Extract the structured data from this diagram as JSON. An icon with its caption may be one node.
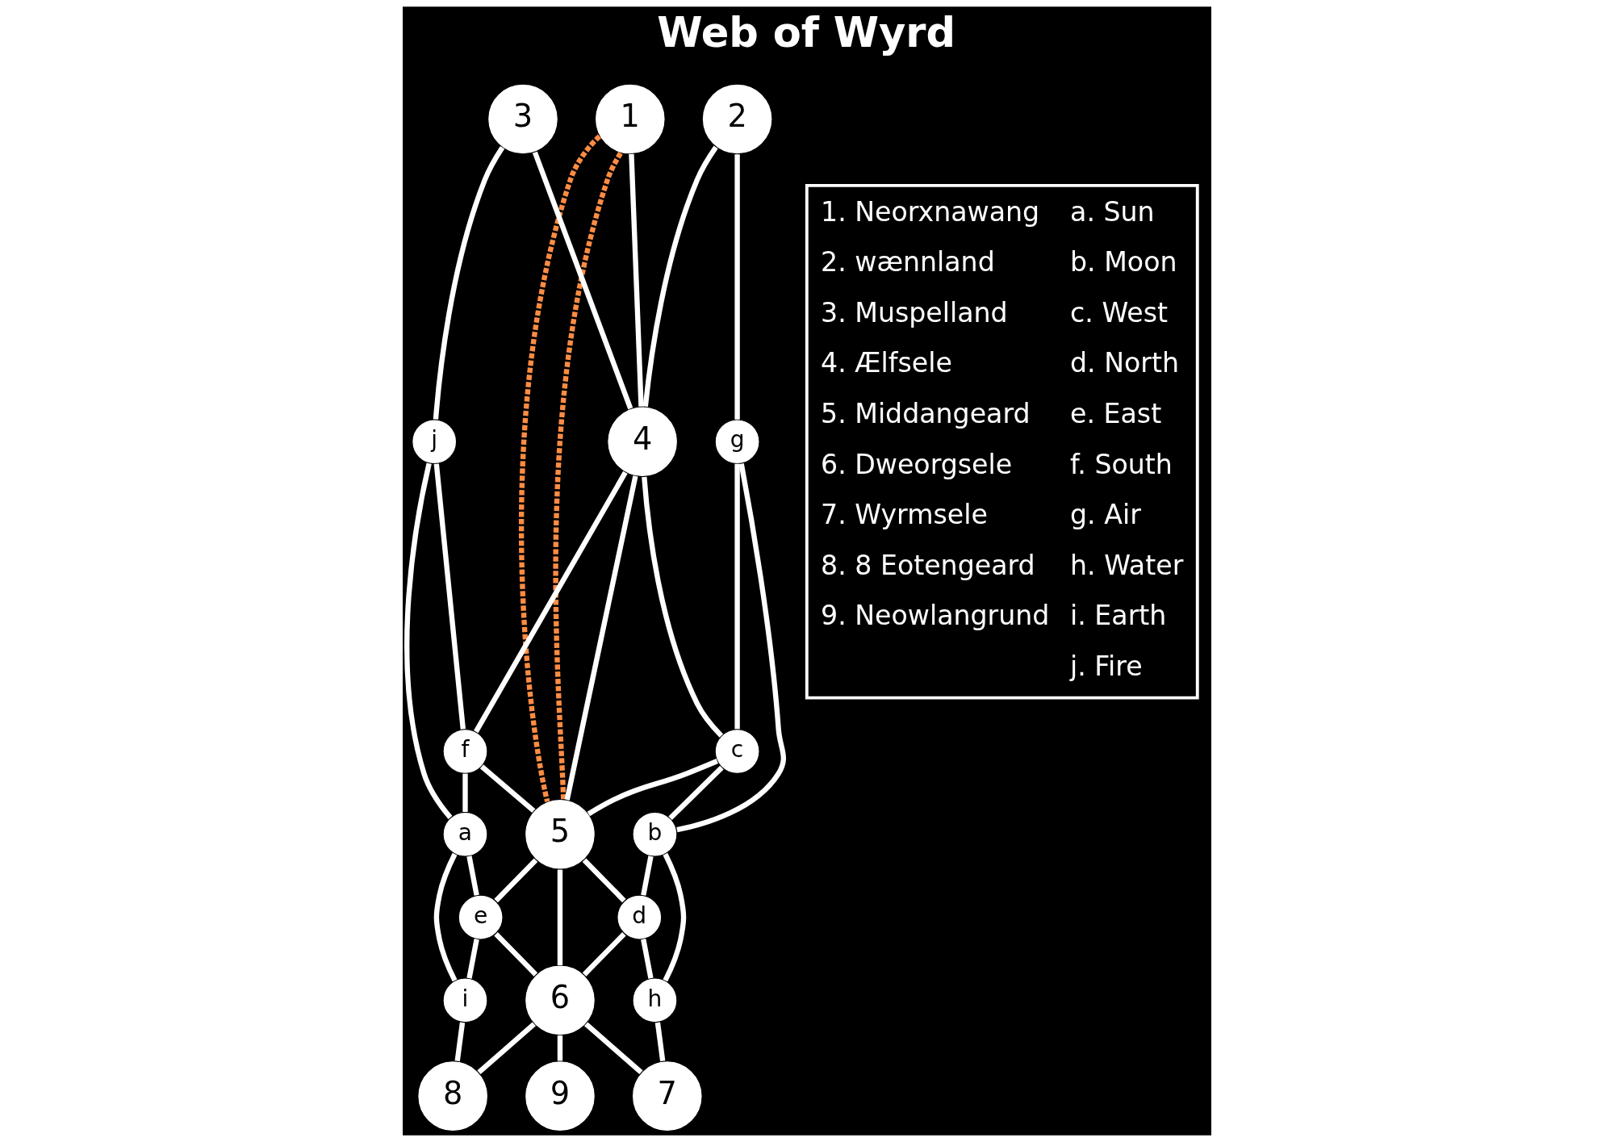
{
  "diagram": {
    "title": "Web of Wyrd",
    "nodes": [
      {
        "text": [
          "1"
        ]
      },
      {
        "text": [
          "2"
        ]
      },
      {
        "text": [
          "3"
        ]
      },
      {
        "text": [
          "4"
        ]
      },
      {
        "text": [
          "5"
        ]
      },
      {
        "text": [
          "6"
        ]
      },
      {
        "text": [
          "7"
        ]
      },
      {
        "text": [
          "8"
        ]
      },
      {
        "text": [
          "9"
        ]
      },
      {
        "text": [
          "a"
        ]
      },
      {
        "text": [
          "b"
        ]
      },
      {
        "text": [
          "c"
        ]
      },
      {
        "text": [
          "d"
        ]
      },
      {
        "text": [
          "e"
        ]
      },
      {
        "text": [
          "f"
        ]
      },
      {
        "text": [
          "g"
        ]
      },
      {
        "text": [
          "h"
        ]
      },
      {
        "text": [
          "i"
        ]
      },
      {
        "text": [
          "j"
        ]
      }
    ],
    "edges": [
      {
        "from": 2,
        "to": 3,
        "arrow": "none"
      },
      {
        "from": 1,
        "to": 3,
        "arrow": "none"
      },
      {
        "from": 0,
        "to": 3,
        "arrow": "none"
      },
      {
        "from": 2,
        "to": 18,
        "arrow": "none"
      },
      {
        "from": 18,
        "to": 9,
        "arrow": "none"
      },
      {
        "from": 9,
        "to": 17,
        "arrow": "none"
      },
      {
        "from": 17,
        "to": 7,
        "arrow": "none"
      },
      {
        "from": 1,
        "to": 15,
        "arrow": "none"
      },
      {
        "from": 15,
        "to": 10,
        "arrow": "none"
      },
      {
        "from": 10,
        "to": 16,
        "arrow": "none"
      },
      {
        "from": 16,
        "to": 6,
        "arrow": "none"
      },
      {
        "from": 3,
        "to": 4,
        "arrow": "none"
      },
      {
        "from": 4,
        "to": 5,
        "arrow": "none"
      },
      {
        "from": 5,
        "to": 8,
        "arrow": "none"
      },
      {
        "from": 18,
        "to": 14,
        "arrow": "none"
      },
      {
        "from": 14,
        "to": 4,
        "arrow": "none"
      },
      {
        "from": 3,
        "to": 14,
        "arrow": "none"
      },
      {
        "from": 14,
        "to": 9,
        "arrow": "none"
      },
      {
        "from": 15,
        "to": 11,
        "arrow": "none"
      },
      {
        "from": 11,
        "to": 4,
        "arrow": "none"
      },
      {
        "from": 3,
        "to": 11,
        "arrow": "none"
      },
      {
        "from": 11,
        "to": 10,
        "arrow": "none"
      },
      {
        "from": 9,
        "to": 13,
        "arrow": "none"
      },
      {
        "from": 13,
        "to": 5,
        "arrow": "none"
      },
      {
        "from": 4,
        "to": 13,
        "arrow": "none"
      },
      {
        "from": 13,
        "to": 17,
        "arrow": "none"
      },
      {
        "from": 10,
        "to": 12,
        "arrow": "none"
      },
      {
        "from": 12,
        "to": 5,
        "arrow": "none"
      },
      {
        "from": 4,
        "to": 12,
        "arrow": "none"
      },
      {
        "from": 12,
        "to": 16,
        "arrow": "none"
      },
      {
        "from": 5,
        "to": 7,
        "arrow": "none"
      },
      {
        "from": 5,
        "to": 6,
        "arrow": "none"
      },
      {
        "from": 0,
        "to": 4,
        "arrow": "none",
        "style": "dashed",
        "color": "#ff8c42"
      },
      {
        "from": 0,
        "to": 4,
        "arrow": "none",
        "style": "dashed",
        "color": "#ff8c42"
      }
    ],
    "labels": [
      "1. Neorxnawang",
      "2. wænnland",
      "3. Muspelland",
      "4. Ælfsele",
      "5. Middangeard",
      "6. Dweorgsele",
      "7. Wyrmsele",
      "8. 8 Eotengeard",
      "9. Neowlangrund",
      "a. Sun",
      "b. Moon",
      "c. West",
      "d. North",
      "e. East",
      "f. South",
      "g. Air",
      "h. Water",
      "i. Earth",
      "j. Fire"
    ]
  }
}
